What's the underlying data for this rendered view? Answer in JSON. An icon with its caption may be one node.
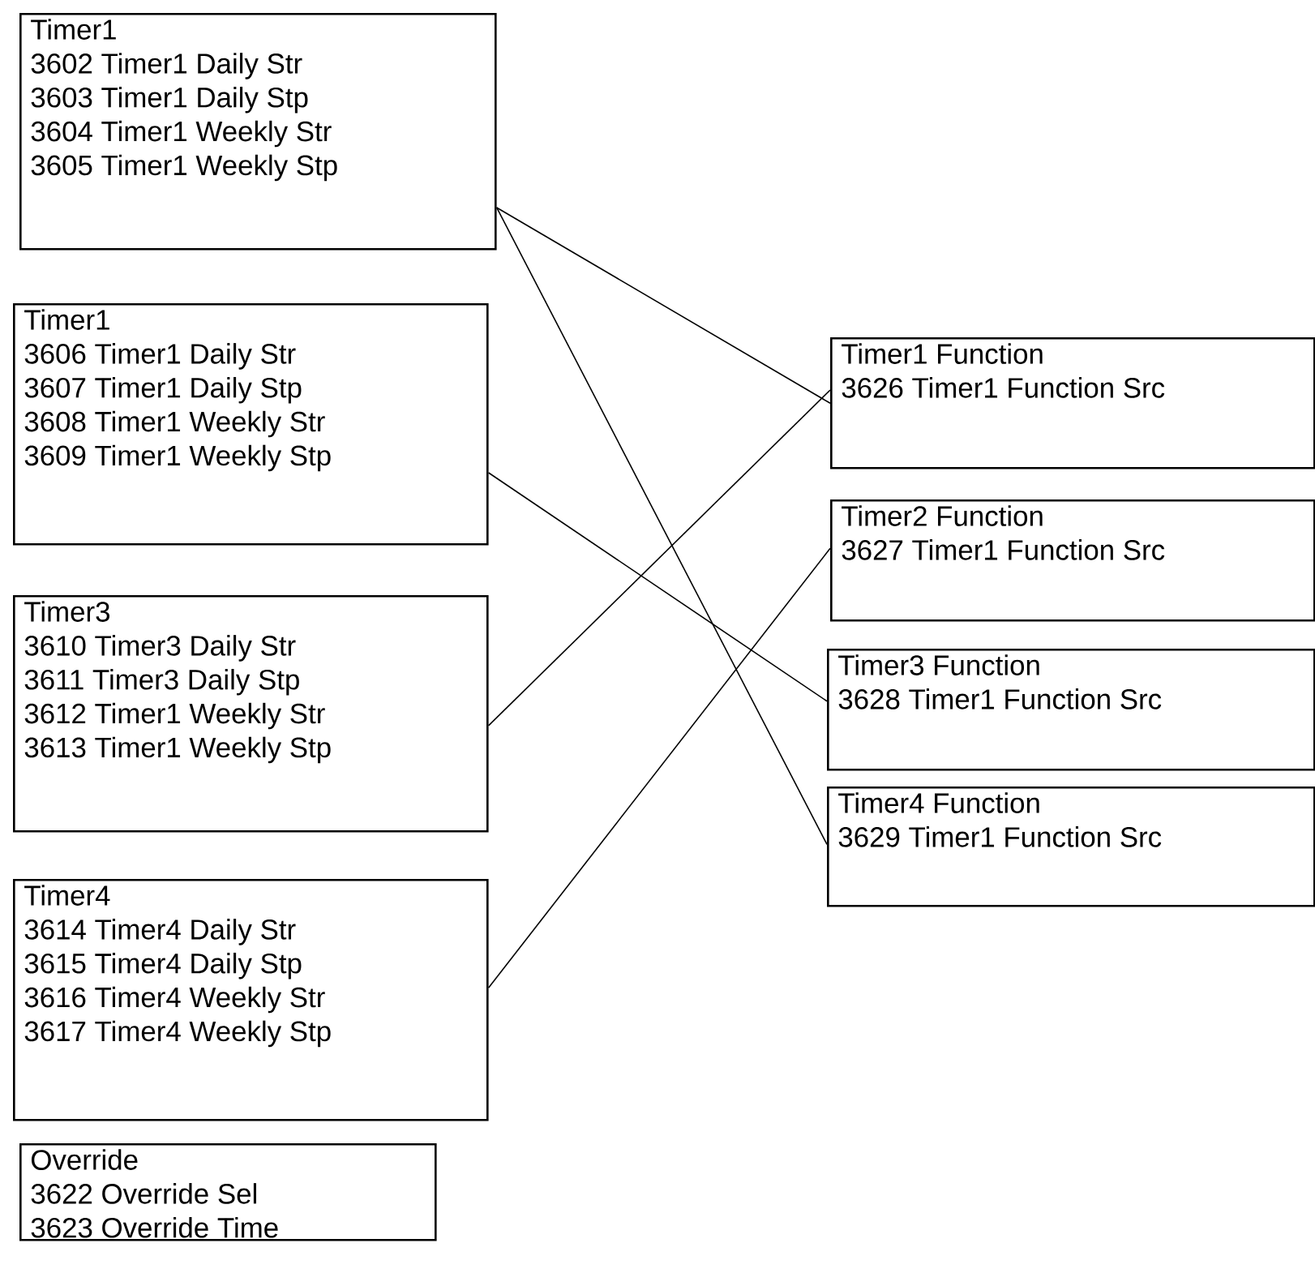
{
  "diagram": {
    "nodes": [
      {
        "text": [
          "Timer1",
          "3602 Timer1 Daily Str",
          "3603 Timer1 Daily Stp",
          "3604 Timer1 Weekly Str",
          "3605 Timer1 Weekly Stp"
        ]
      },
      {
        "text": [
          "Timer1",
          "3606 Timer1 Daily Str",
          "3607 Timer1 Daily Stp",
          "3608 Timer1 Weekly Str",
          "3609 Timer1 Weekly Stp"
        ]
      },
      {
        "text": [
          "Timer3",
          "3610 Timer3 Daily Str",
          "3611 Timer3 Daily Stp",
          "3612 Timer1 Weekly Str",
          "3613 Timer1 Weekly Stp"
        ]
      },
      {
        "text": [
          "Timer4",
          "3614 Timer4 Daily Str",
          "3615 Timer4 Daily Stp",
          "3616 Timer4 Weekly Str",
          "3617 Timer4 Weekly Stp"
        ]
      },
      {
        "text": [
          "Override",
          "3622 Override Sel",
          "3623 Override Time"
        ]
      },
      {
        "text": [
          "Timer1 Function",
          "3626 Timer1 Function Src"
        ]
      },
      {
        "text": [
          "Timer2 Function",
          "3627 Timer1 Function Src"
        ]
      },
      {
        "text": [
          "Timer3 Function",
          "3628 Timer1 Function Src"
        ]
      },
      {
        "text": [
          "Timer4 Function",
          "3629 Timer1 Function Src"
        ]
      }
    ],
    "edges": [
      {
        "from": 0,
        "to": 5,
        "arrow": "none"
      },
      {
        "from": 0,
        "to": 8,
        "arrow": "none"
      },
      {
        "from": 1,
        "to": 7,
        "arrow": "none"
      },
      {
        "from": 2,
        "to": 5,
        "arrow": "none"
      },
      {
        "from": 3,
        "to": 6,
        "arrow": "none"
      }
    ]
  }
}
